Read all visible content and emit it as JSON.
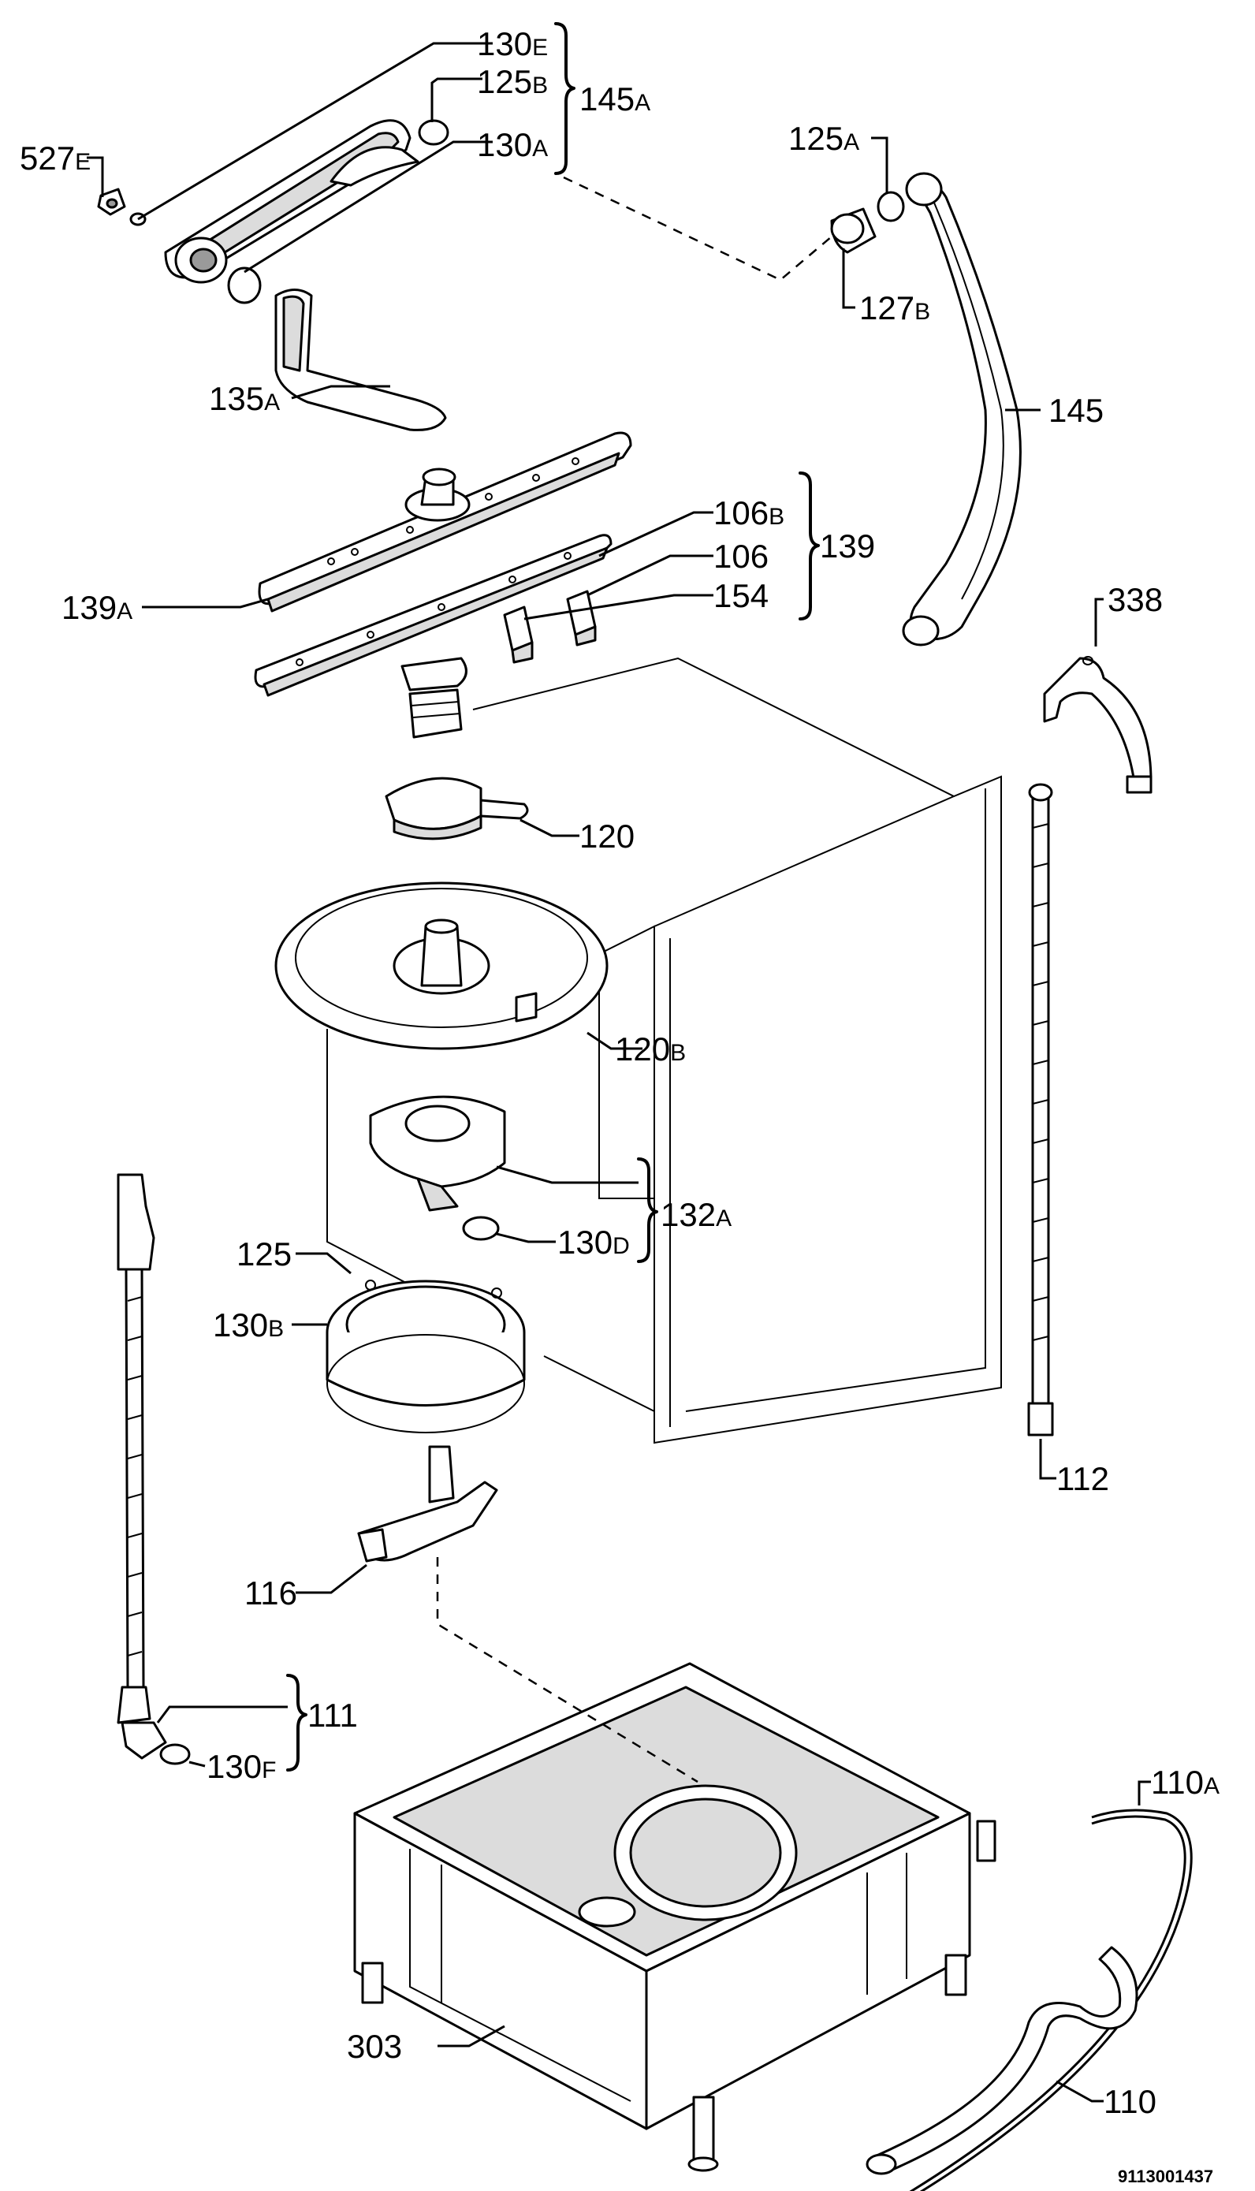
{
  "labels": {
    "l130e": {
      "num": "130",
      "sfx": "E"
    },
    "l125b": {
      "num": "125",
      "sfx": "B"
    },
    "l145a": {
      "num": "145",
      "sfx": "A"
    },
    "l130a": {
      "num": "130",
      "sfx": "A"
    },
    "l527e": {
      "num": "527",
      "sfx": "E"
    },
    "l125a": {
      "num": "125",
      "sfx": "A"
    },
    "l127b": {
      "num": "127",
      "sfx": "B"
    },
    "l145": {
      "num": "145",
      "sfx": ""
    },
    "l135a": {
      "num": "135",
      "sfx": "A"
    },
    "l106b": {
      "num": "106",
      "sfx": "B"
    },
    "l139": {
      "num": "139",
      "sfx": ""
    },
    "l106": {
      "num": "106",
      "sfx": ""
    },
    "l139a": {
      "num": "139",
      "sfx": "A"
    },
    "l154": {
      "num": "154",
      "sfx": ""
    },
    "l338": {
      "num": "338",
      "sfx": ""
    },
    "l120": {
      "num": "120",
      "sfx": ""
    },
    "l120b": {
      "num": "120",
      "sfx": "B"
    },
    "l132a": {
      "num": "132",
      "sfx": "A"
    },
    "l130d": {
      "num": "130",
      "sfx": "D"
    },
    "l125": {
      "num": "125",
      "sfx": ""
    },
    "l130b": {
      "num": "130",
      "sfx": "B"
    },
    "l112": {
      "num": "112",
      "sfx": ""
    },
    "l116": {
      "num": "116",
      "sfx": ""
    },
    "l111": {
      "num": "111",
      "sfx": ""
    },
    "l130f": {
      "num": "130",
      "sfx": "F"
    },
    "l110a": {
      "num": "110",
      "sfx": "A"
    },
    "l303": {
      "num": "303",
      "sfx": ""
    },
    "l110": {
      "num": "110",
      "sfx": ""
    }
  },
  "drawing_code": "9113001437"
}
